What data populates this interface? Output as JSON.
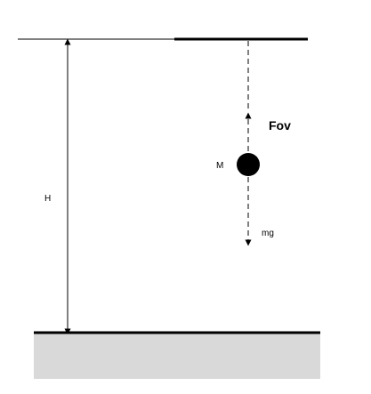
{
  "diagram": {
    "labels": {
      "height": "H",
      "mass": "M",
      "force_up": "Fov",
      "force_down": "mg"
    },
    "colors": {
      "stroke": "#000000",
      "ground_fill": "#d9d9d9",
      "mass_fill": "#000000"
    }
  }
}
